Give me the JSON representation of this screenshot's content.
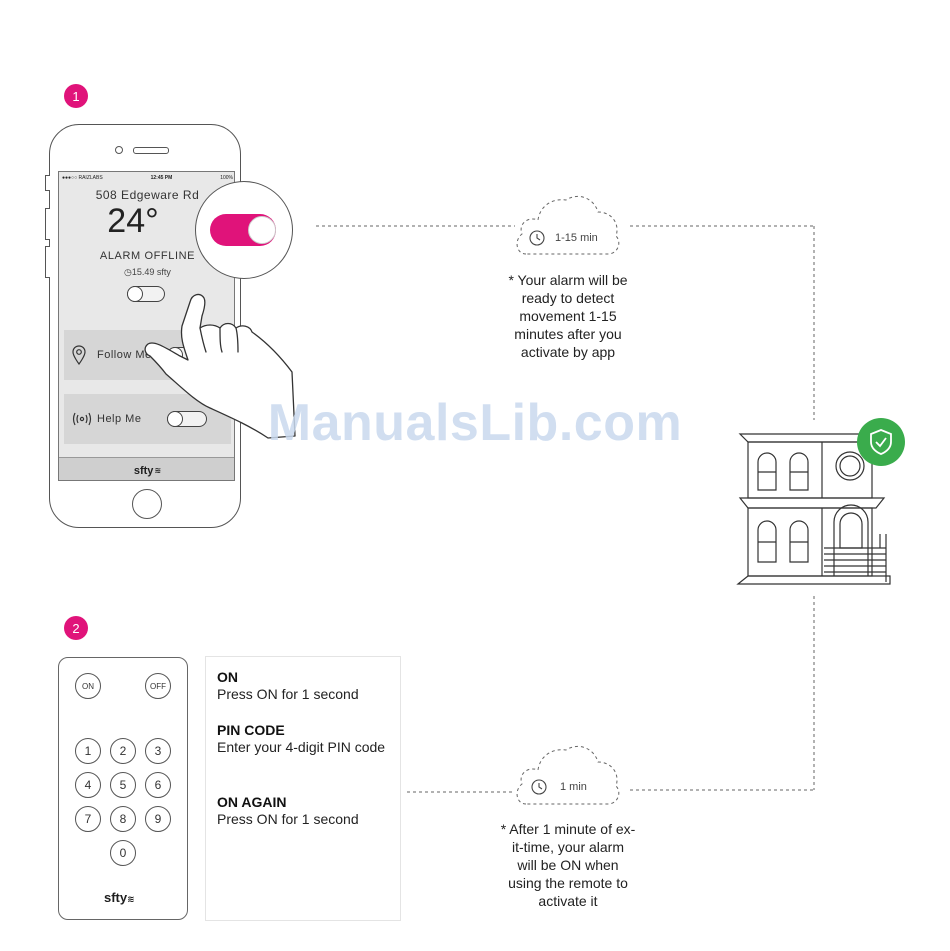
{
  "steps": [
    "1",
    "2"
  ],
  "phone": {
    "status_left": "●●●○○ RAIZLABS",
    "status_time": "12:45 PM",
    "status_right": "100%",
    "address": "508 Edgeware Rd",
    "temperature": "24°",
    "alarm_status": "ALARM OFFLINE",
    "alarm_sub": "15.49 sfty",
    "follow_me": "Follow Me",
    "help_me": "Help Me",
    "brand": "sfty"
  },
  "cloud_top": {
    "label": "1-15 min"
  },
  "note_top": [
    "* Your alarm will be",
    "ready to detect",
    "movement 1-15",
    "minutes after you",
    "activate by app"
  ],
  "cloud_bottom": {
    "label": "1 min"
  },
  "note_bottom": [
    "* After 1 minute of ex-",
    "it-time, your alarm",
    "will be ON when",
    "using the remote to",
    "activate it"
  ],
  "remote": {
    "on": "ON",
    "off": "OFF",
    "keys": [
      "1",
      "2",
      "3",
      "4",
      "5",
      "6",
      "7",
      "8",
      "9",
      "0"
    ],
    "brand": "sfty"
  },
  "instructions": [
    {
      "title": "ON",
      "text": "Press ON for 1 second"
    },
    {
      "title": "PIN CODE",
      "text": "Enter your 4-digit PIN code"
    },
    {
      "title": "ON AGAIN",
      "text": "Press ON for 1 second"
    }
  ],
  "watermark": "ManualsLib.com",
  "colors": {
    "accent": "#e0137a",
    "shield": "#3aac4c",
    "watermark": "#c9d9ee"
  }
}
